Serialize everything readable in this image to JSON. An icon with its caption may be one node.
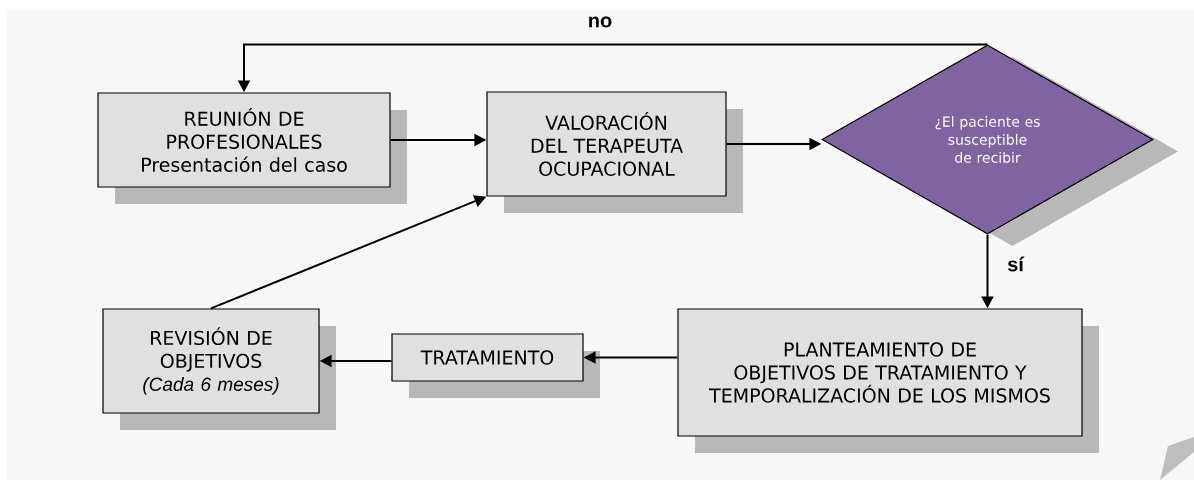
{
  "diagram": {
    "nodes": [
      {
        "text": [
          "REUNIÓN DE PROFESIONALES",
          "Presentación del caso"
        ]
      },
      {
        "text": [
          "VALORACIÓN DEL TERAPEUTA OCUPACIONAL"
        ]
      },
      {
        "text": [
          "¿El paciente es susceptible de recibir"
        ]
      },
      {
        "text": [
          "PLANTEAMIENTO DE OBJETIVOS DE TRATAMIENTO Y TEMPORALIZACIÓN DE LOS MISMOS"
        ]
      },
      {
        "text": [
          "TRATAMIENTO"
        ]
      },
      {
        "text": [
          "REVISIÓN DE OBJETIVOS",
          "(Cada 6 meses)"
        ]
      }
    ],
    "edges": [
      {
        "from": 0,
        "to": 1,
        "arrow": "to"
      },
      {
        "from": 1,
        "to": 2,
        "arrow": "to"
      },
      {
        "from": 2,
        "to": 0,
        "arrow": "to",
        "label": "no"
      },
      {
        "from": 2,
        "to": 3,
        "arrow": "to",
        "label": "sí"
      },
      {
        "from": 3,
        "to": 4,
        "arrow": "to"
      },
      {
        "from": 4,
        "to": 5,
        "arrow": "to"
      },
      {
        "from": 5,
        "to": 1,
        "arrow": "to"
      }
    ]
  }
}
